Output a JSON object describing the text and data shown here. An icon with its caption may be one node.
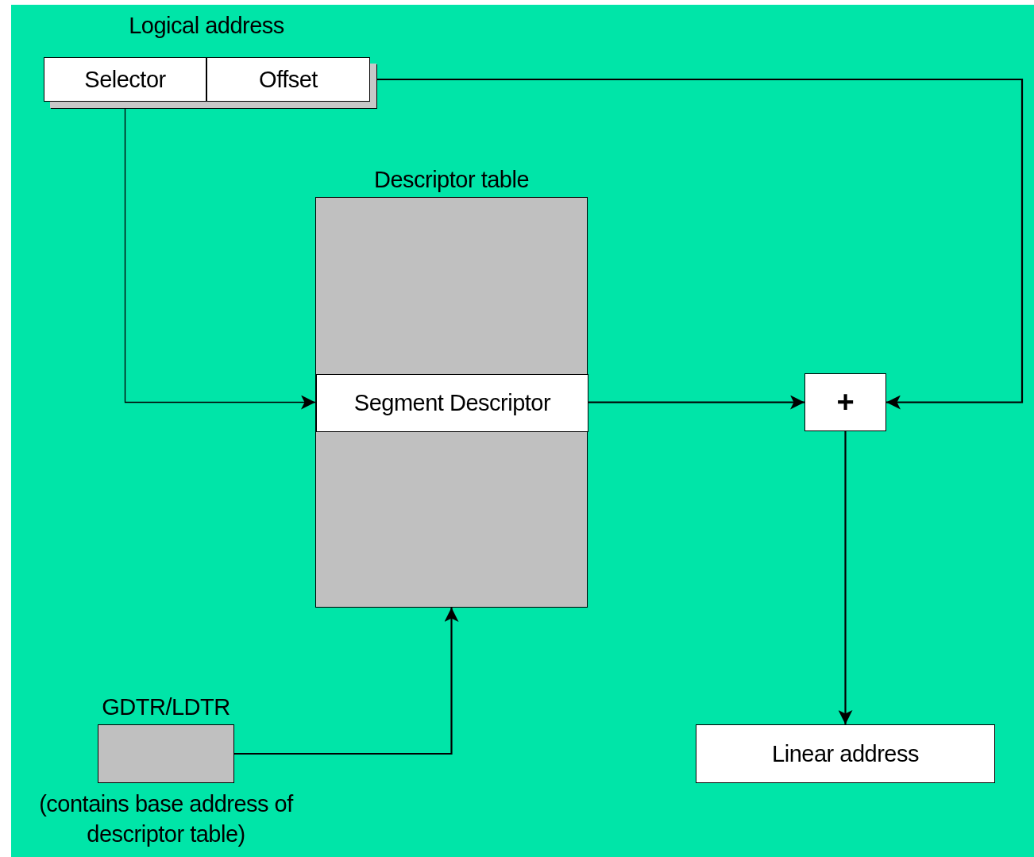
{
  "diagram": {
    "nodes": [
      {
        "text": [
          "Selector"
        ]
      },
      {
        "text": [
          "Offset"
        ]
      },
      {
        "text": [
          "Descriptor table"
        ]
      },
      {
        "text": [
          "Segment Descriptor"
        ],
        "in": 2
      },
      {
        "text": [
          "+"
        ]
      },
      {
        "text": [
          "GDTR/LDTR"
        ],
        "beside": [
          "(contains base address of descriptor table)"
        ]
      },
      {
        "text": [
          "Linear address"
        ]
      }
    ],
    "edges": [
      {
        "from": 0,
        "to": 3,
        "arrow": "to"
      },
      {
        "from": 1,
        "to": 4,
        "arrow": "to"
      },
      {
        "from": 3,
        "to": 4,
        "arrow": "to"
      },
      {
        "from": 4,
        "to": 6,
        "arrow": "to"
      },
      {
        "from": 5,
        "to": 2,
        "arrow": "to"
      }
    ],
    "labels": [
      "Logical address"
    ]
  }
}
